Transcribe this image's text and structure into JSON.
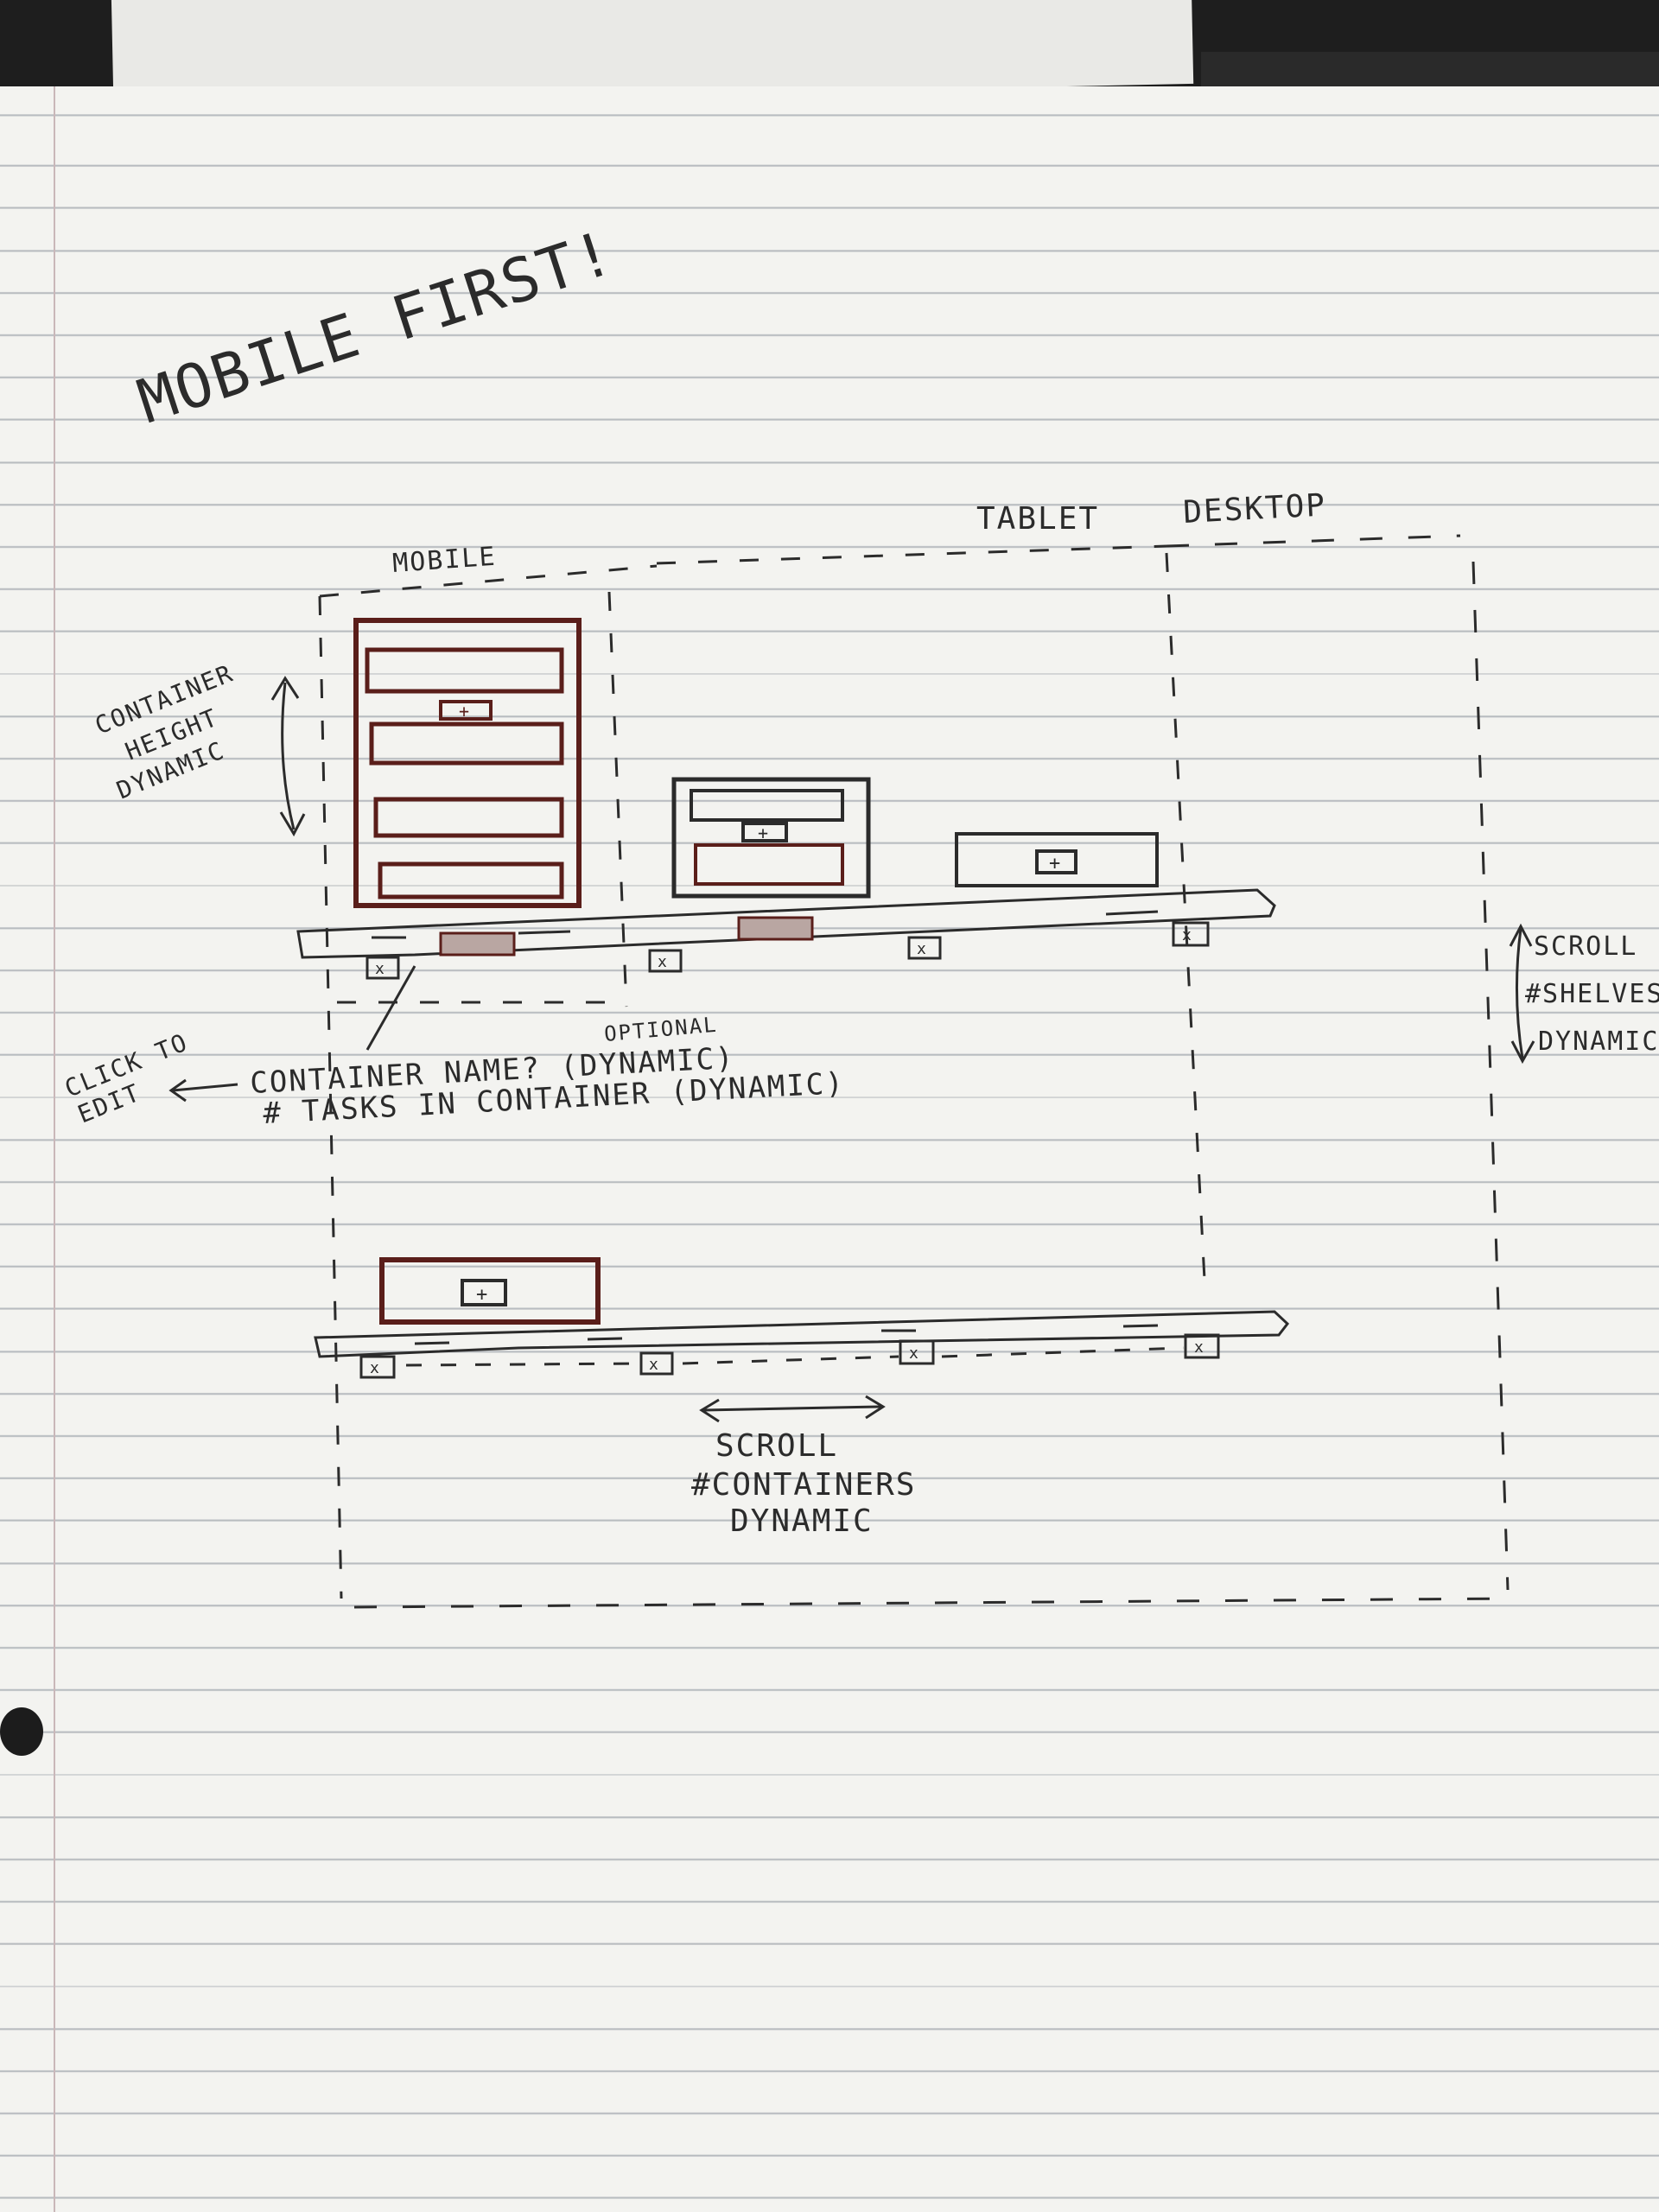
{
  "heading": "MOBILE FIRST!",
  "labels": {
    "mobile": "MOBILE",
    "tablet": "TABLET",
    "desktop": "DESKTOP",
    "container_height_1": "CONTAINER",
    "container_height_2": "HEIGHT",
    "container_height_3": "DYNAMIC",
    "click_to_1": "CLICK TO",
    "click_to_2": "EDIT",
    "optional": "OPTIONAL",
    "container_name": "CONTAINER NAME? (DYNAMIC)",
    "tasks_in_container": "# TASKS IN CONTAINER (DYNAMIC)",
    "scroll_shelves_1": "SCROLL",
    "scroll_shelves_2": "#SHELVES",
    "scroll_shelves_3": "DYNAMIC",
    "scroll_containers_1": "SCROLL",
    "scroll_containers_2": "#CONTAINERS",
    "scroll_containers_3": "DYNAMIC"
  },
  "glyphs": {
    "plus": "+",
    "close": "x"
  },
  "colors": {
    "ink": "#2b2b2b",
    "brown_ink": "#5a1e1a",
    "paper": "#f3f3f0",
    "rule": "#b8bcc0"
  }
}
